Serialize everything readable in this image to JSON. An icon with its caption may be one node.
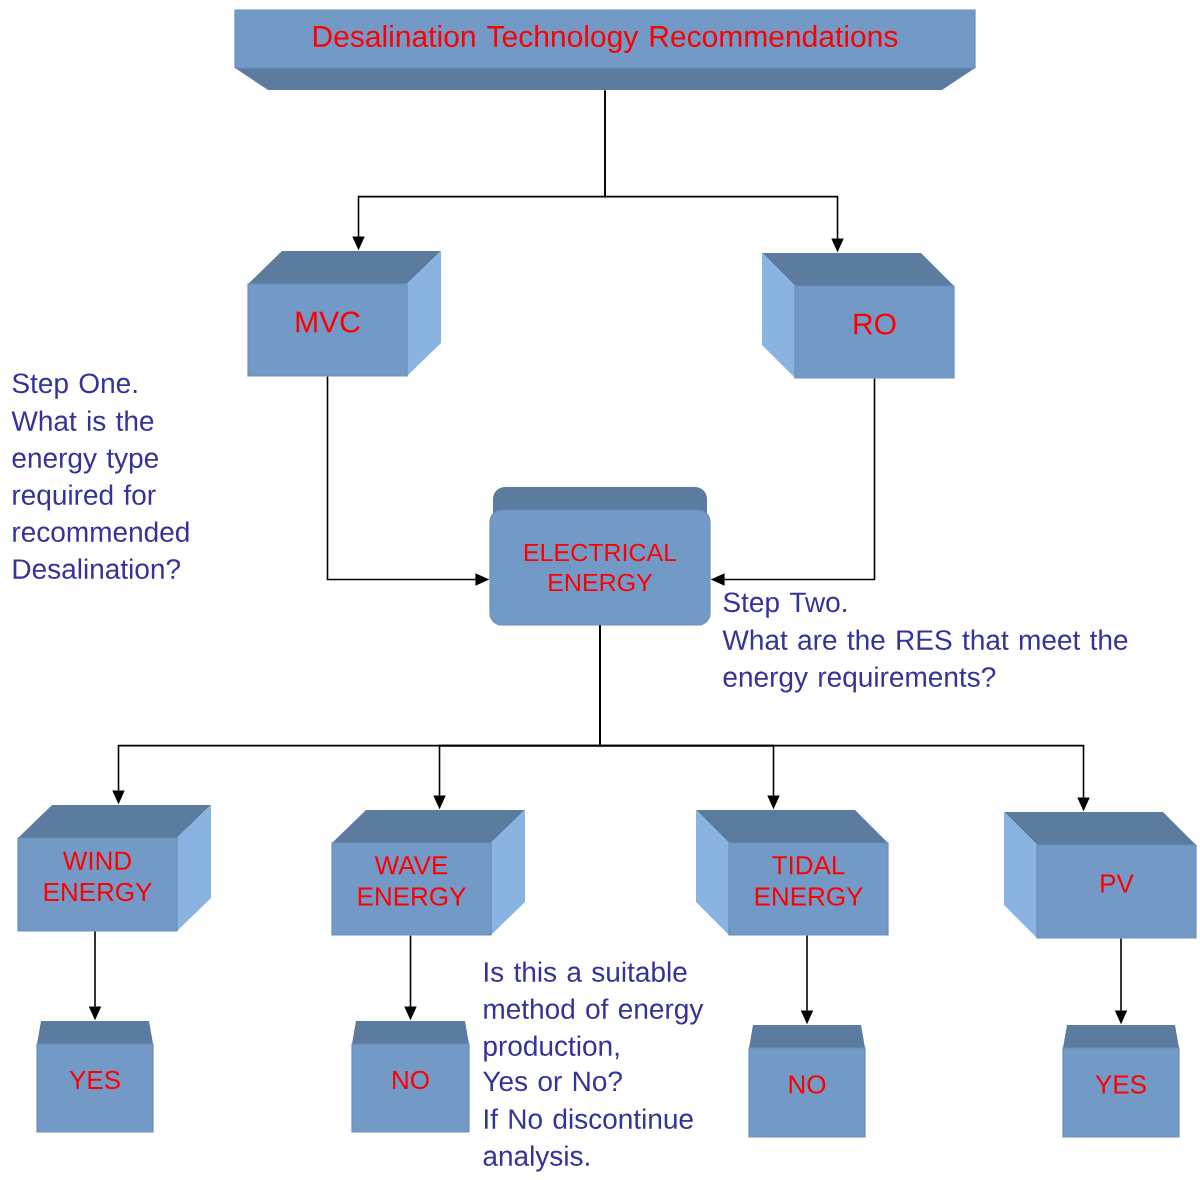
{
  "diagram": {
    "nodes": [
      {
        "text": [
          "Desalination Technology Recommendations"
        ]
      },
      {
        "text": [
          "MVC"
        ]
      },
      {
        "text": [
          "RO"
        ]
      },
      {
        "text": [
          "ELECTRICAL ENERGY"
        ]
      },
      {
        "text": [
          "WIND ENERGY"
        ]
      },
      {
        "text": [
          "WAVE ENERGY"
        ]
      },
      {
        "text": [
          "TIDAL ENERGY"
        ]
      },
      {
        "text": [
          "PV"
        ]
      },
      {
        "text": [
          "YES"
        ]
      },
      {
        "text": [
          "NO"
        ]
      },
      {
        "text": [
          "NO"
        ]
      },
      {
        "text": [
          "YES"
        ]
      }
    ],
    "edges": [
      {
        "from": 0,
        "to": 1,
        "arrow": "to"
      },
      {
        "from": 0,
        "to": 2,
        "arrow": "to"
      },
      {
        "from": 1,
        "to": 3,
        "arrow": "to"
      },
      {
        "from": 2,
        "to": 3,
        "arrow": "to"
      },
      {
        "from": 3,
        "to": 4,
        "arrow": "to"
      },
      {
        "from": 3,
        "to": 5,
        "arrow": "to"
      },
      {
        "from": 3,
        "to": 6,
        "arrow": "to"
      },
      {
        "from": 3,
        "to": 7,
        "arrow": "to"
      },
      {
        "from": 4,
        "to": 8,
        "arrow": "to"
      },
      {
        "from": 5,
        "to": 9,
        "arrow": "to"
      },
      {
        "from": 6,
        "to": 10,
        "arrow": "to"
      },
      {
        "from": 7,
        "to": 11,
        "arrow": "to"
      }
    ],
    "labels": [
      "Step One.",
      "What is the energy type required for recommended Desalination?",
      "Step Two.",
      "What are the RES that meet the energy requirements?",
      "Is this a suitable method of energy production,",
      "Yes or No?",
      "If No discontinue analysis."
    ]
  }
}
